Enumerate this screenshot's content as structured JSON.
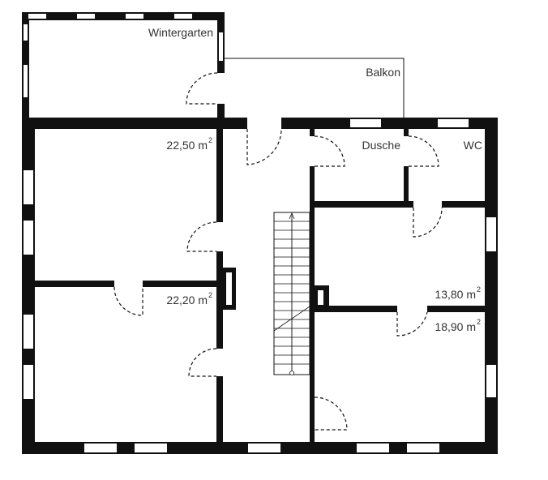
{
  "labels": {
    "wintergarten": "Wintergarten",
    "balkon": "Balkon",
    "dusche": "Dusche",
    "wc": "WC"
  },
  "areas": [
    {
      "value": "22,50 m",
      "sup": "2"
    },
    {
      "value": "22,20 m",
      "sup": "2"
    },
    {
      "value": "13,80 m",
      "sup": "2"
    },
    {
      "value": "18,90 m",
      "sup": "2"
    }
  ],
  "colors": {
    "wall": "#111111",
    "window": "#ffffff",
    "text": "#333333",
    "background": "#ffffff"
  }
}
